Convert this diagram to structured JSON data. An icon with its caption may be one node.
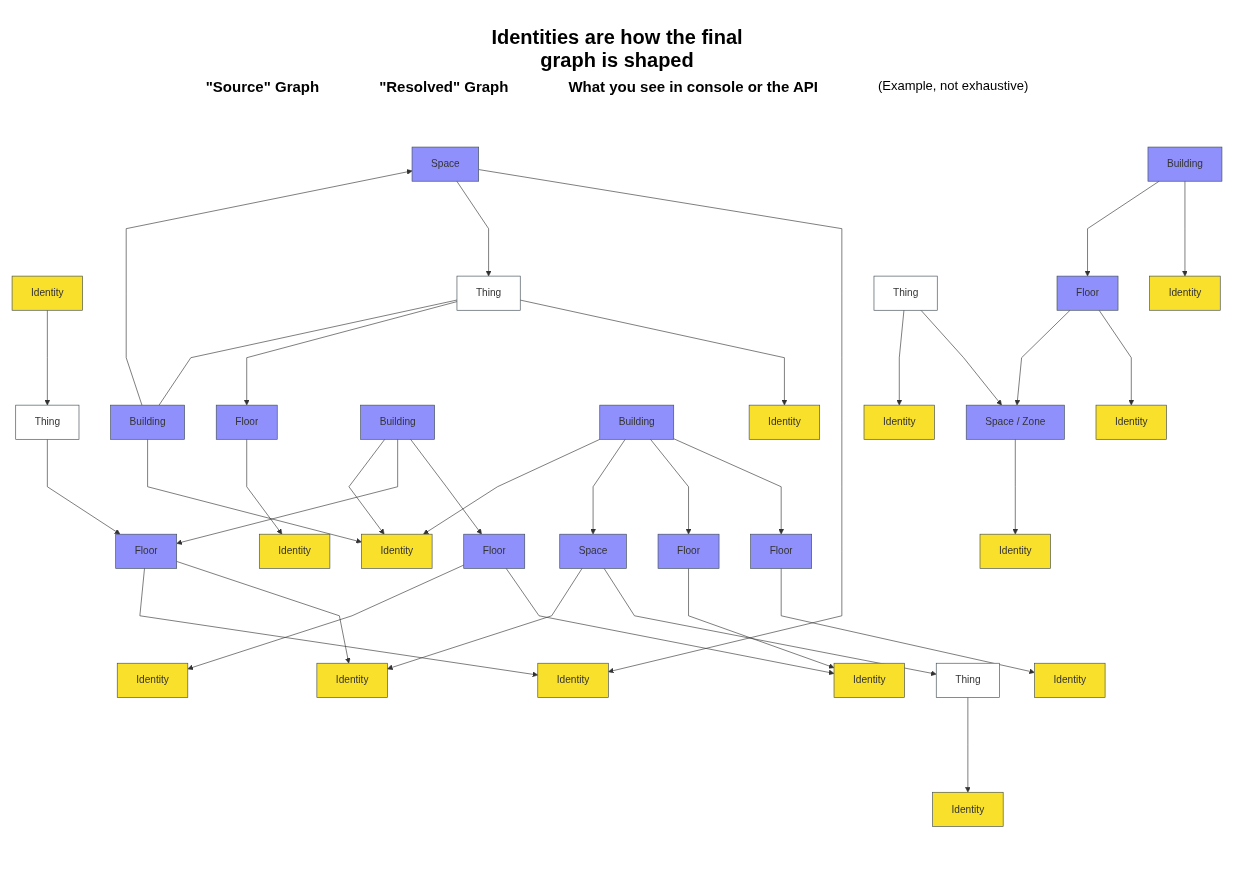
{
  "diagram": {
    "title": "Identities are how the final graph is shaped",
    "nodes": [
      {
        "text": [
          "Identity"
        ]
      },
      {
        "text": [
          "Identity"
        ]
      },
      {
        "text": [
          "Thing"
        ]
      },
      {
        "text": [
          "Thing"
        ]
      },
      {
        "text": [
          "Identity"
        ]
      },
      {
        "text": [
          "Identity"
        ]
      },
      {
        "text": [
          "Space"
        ]
      },
      {
        "text": [
          "Identity"
        ]
      },
      {
        "text": [
          "Floor"
        ]
      },
      {
        "text": [
          "Identity"
        ]
      },
      {
        "text": [
          "Floor"
        ]
      },
      {
        "text": [
          "Identity"
        ]
      },
      {
        "text": [
          "Floor"
        ]
      },
      {
        "text": [
          "Floor"
        ]
      },
      {
        "text": [
          "Identity"
        ]
      },
      {
        "text": [
          "Floor"
        ]
      },
      {
        "text": [
          "Identity"
        ]
      },
      {
        "text": [
          "Building"
        ]
      },
      {
        "text": [
          "Space"
        ]
      },
      {
        "text": [
          "Building"
        ]
      },
      {
        "text": [
          "Thing"
        ]
      },
      {
        "text": [
          "Building"
        ]
      },
      {
        "text": [
          "Identity"
        ]
      },
      {
        "text": [
          "Building"
        ]
      },
      {
        "text": [
          "Identity"
        ]
      },
      {
        "text": [
          "Floor"
        ]
      },
      {
        "text": [
          "Identity"
        ]
      },
      {
        "text": [
          "Space / Zone"
        ]
      },
      {
        "text": [
          "Identity"
        ]
      },
      {
        "text": [
          "Thing"
        ]
      },
      {
        "text": [
          "Identity"
        ]
      }
    ],
    "edges": [
      {
        "from": 1,
        "to": 3,
        "arrow": "to"
      },
      {
        "from": 2,
        "to": 0,
        "arrow": "to"
      },
      {
        "from": 3,
        "to": 8,
        "arrow": "to"
      },
      {
        "from": 6,
        "to": 2,
        "arrow": "to"
      },
      {
        "from": 6,
        "to": 4,
        "arrow": "to"
      },
      {
        "from": 8,
        "to": 4,
        "arrow": "to"
      },
      {
        "from": 8,
        "to": 11,
        "arrow": "to"
      },
      {
        "from": 10,
        "to": 9,
        "arrow": "to"
      },
      {
        "from": 12,
        "to": 9,
        "arrow": "to"
      },
      {
        "from": 12,
        "to": 16,
        "arrow": "to"
      },
      {
        "from": 13,
        "to": 5,
        "arrow": "to"
      },
      {
        "from": 15,
        "to": 14,
        "arrow": "to"
      },
      {
        "from": 17,
        "to": 12,
        "arrow": "to"
      },
      {
        "from": 17,
        "to": 8,
        "arrow": "to"
      },
      {
        "from": 17,
        "to": 22,
        "arrow": "to"
      },
      {
        "from": 18,
        "to": 11,
        "arrow": "to"
      },
      {
        "from": 18,
        "to": 20,
        "arrow": "to"
      },
      {
        "from": 19,
        "to": 15,
        "arrow": "to"
      },
      {
        "from": 19,
        "to": 10,
        "arrow": "to"
      },
      {
        "from": 19,
        "to": 6,
        "arrow": "to"
      },
      {
        "from": 19,
        "to": 22,
        "arrow": "to"
      },
      {
        "from": 20,
        "to": 7,
        "arrow": "to"
      },
      {
        "from": 20,
        "to": 13,
        "arrow": "to"
      },
      {
        "from": 20,
        "to": 21,
        "arrow": "none"
      },
      {
        "from": 21,
        "to": 18,
        "arrow": "to"
      },
      {
        "from": 21,
        "to": 22,
        "arrow": "to"
      },
      {
        "from": 23,
        "to": 24,
        "arrow": "to"
      },
      {
        "from": 23,
        "to": 25,
        "arrow": "to"
      },
      {
        "from": 25,
        "to": 26,
        "arrow": "to"
      },
      {
        "from": 25,
        "to": 27,
        "arrow": "to"
      },
      {
        "from": 27,
        "to": 28,
        "arrow": "to"
      },
      {
        "from": 29,
        "to": 27,
        "arrow": "to"
      },
      {
        "from": 29,
        "to": 30,
        "arrow": "to"
      }
    ],
    "labels": [
      "\"Source\" Graph",
      "\"Resolved\" Graph",
      "What you see in console or the API",
      "(Example, not exhaustive)"
    ]
  }
}
